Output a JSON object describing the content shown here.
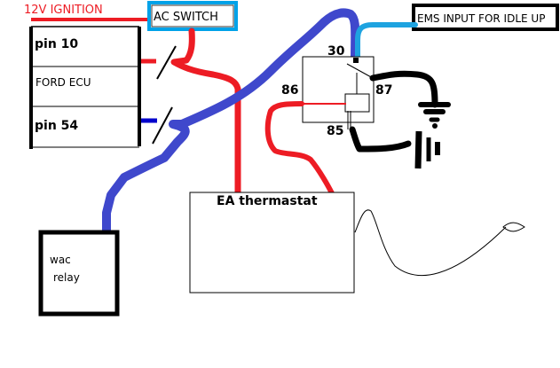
{
  "diagram": {
    "labels": {
      "ignition": "12V IGNITION",
      "ac_switch": "AC SWITCH",
      "ems_input": "EMS INPUT FOR IDLE UP",
      "ecu_pin10": "pin 10",
      "ecu_name": "FORD ECU",
      "ecu_pin54": "pin 54",
      "relay_pin30": "30",
      "relay_pin86": "86",
      "relay_pin87": "87",
      "relay_pin85": "85",
      "thermostat": "EA thermastat",
      "wac_line1": "wac",
      "wac_line2": "relay"
    },
    "colors": {
      "red_wire": "#ed1c24",
      "blue_wire": "#3f48cc",
      "light_blue_wire": "#1ea3e0",
      "black_wire": "#000000",
      "ac_switch_border": "#00a2e8",
      "label_red": "#ed1c24"
    }
  }
}
